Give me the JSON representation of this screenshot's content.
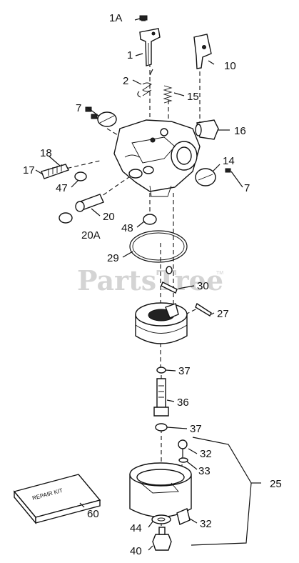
{
  "watermark": {
    "text": "PartsTree",
    "tm": "TM"
  },
  "kit_label": "REPAIR KIT",
  "callouts": {
    "c1A": "1A",
    "c1": "1",
    "c10": "10",
    "c2": "2",
    "c15": "15",
    "c7a": "7",
    "c16": "16",
    "c18": "18",
    "c17": "17",
    "c14": "14",
    "c7b": "7",
    "c47": "47",
    "c20": "20",
    "c20A": "20A",
    "c48": "48",
    "c29": "29",
    "c30": "30",
    "c27": "27",
    "c37a": "37",
    "c36": "36",
    "c37b": "37",
    "c32a": "32",
    "c33": "33",
    "c25": "25",
    "c60": "60",
    "c44": "44",
    "c32b": "32",
    "c40": "40"
  }
}
